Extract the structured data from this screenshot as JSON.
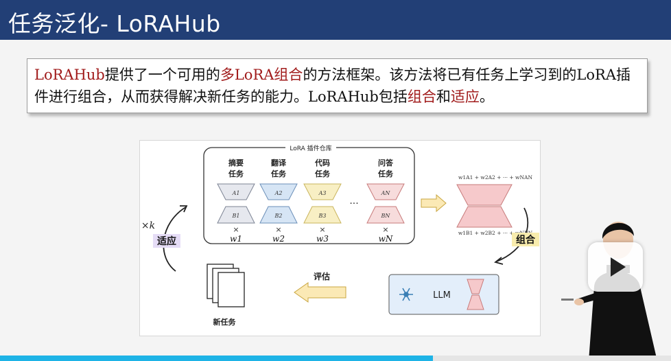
{
  "slide": {
    "title": "任务泛化- LoRAHub",
    "summary": {
      "parts": [
        {
          "text": "LoRAHub",
          "highlight": true
        },
        {
          "text": "提供了一个可用的",
          "highlight": false
        },
        {
          "text": "多LoRA组合",
          "highlight": true
        },
        {
          "text": "的方法框架。该方法将已有任务上学习到的LoRA插件进行组合，从而获得解决新任务的能力。LoRAHub包括",
          "highlight": false
        },
        {
          "text": "组合",
          "highlight": true
        },
        {
          "text": "和",
          "highlight": false
        },
        {
          "text": "适应",
          "highlight": true
        },
        {
          "text": "。",
          "highlight": false
        }
      ]
    }
  },
  "figure": {
    "repo_label": "LoRA 插件仓库",
    "tasks": [
      {
        "line1": "摘要",
        "line2": "任务",
        "a": "A1",
        "b": "B1",
        "w": "w1",
        "color": "#e6e8ee",
        "stroke": "#7c8393"
      },
      {
        "line1": "翻译",
        "line2": "任务",
        "a": "A2",
        "b": "B2",
        "w": "w2",
        "color": "#d6e5f5",
        "stroke": "#6b8fb8"
      },
      {
        "line1": "代码",
        "line2": "任务",
        "a": "A3",
        "b": "B3",
        "w": "w3",
        "color": "#f8efc4",
        "stroke": "#c9b45c"
      },
      {
        "line1": "问答",
        "line2": "任务",
        "a": "AN",
        "b": "BN",
        "w": "wN",
        "color": "#f7dcdc",
        "stroke": "#c77a7a"
      }
    ],
    "times_symbol": "×",
    "ellipsis": "···",
    "combo_a_formula": "w1A1 + w2A2 + ··· + wNAN",
    "combo_b_formula": "w1B1 + w2B2 + ··· + wNBN",
    "combine_label": "组合",
    "adapt_label": "适应",
    "times_k": "×k",
    "llm_label": "LLM",
    "eval_label": "评估",
    "new_task_label": "新任务",
    "colors": {
      "combine_bg": "#f8ecad",
      "adapt_bg": "#e5dcf6",
      "llm_bg": "#e3eefa",
      "arrow_fill": "#fbe9b5",
      "red_block": "#f6c9cb"
    }
  },
  "player": {
    "progress_fraction": 0.645,
    "accent": "#1eb3e6"
  }
}
